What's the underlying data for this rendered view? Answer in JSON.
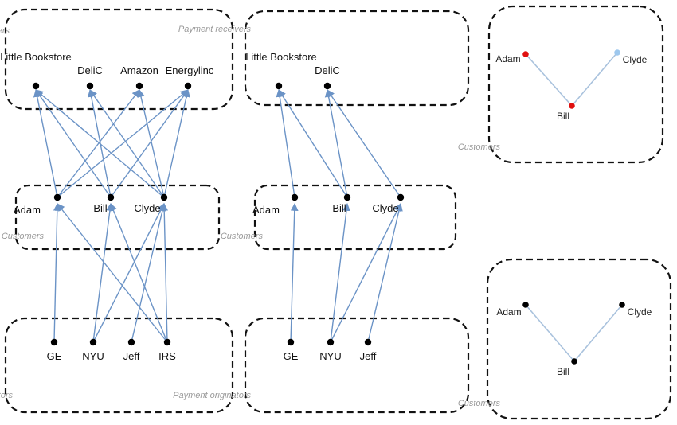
{
  "mirrored": true,
  "colors": {
    "edge": "#6b93c6",
    "graph_edge": "#a9c2dd",
    "node": "#000000",
    "node_red": "#e01010",
    "node_light": "#9ec8ee"
  },
  "panel1": {
    "receivers_title": "Payment receivers",
    "customers_title": "Customers",
    "originators_title": "Payment originators",
    "receivers": [
      "Little Bookstore",
      "DeliC",
      "Amazon",
      "Energylinc"
    ],
    "customers": [
      "Adam",
      "Bill",
      "Clyde"
    ],
    "originators": [
      "GE",
      "NYU",
      "Jeff",
      "IRS"
    ],
    "edges_to_customers": [
      [
        "GE",
        "Adam"
      ],
      [
        "NYU",
        "Bill"
      ],
      [
        "NYU",
        "Clyde"
      ],
      [
        "Jeff",
        "Clyde"
      ],
      [
        "IRS",
        "Clyde"
      ],
      [
        "IRS",
        "Adam"
      ],
      [
        "IRS",
        "Bill"
      ]
    ],
    "edges_to_receivers": [
      [
        "Adam",
        "Little Bookstore"
      ],
      [
        "Adam",
        "Amazon"
      ],
      [
        "Adam",
        "Energylinc"
      ],
      [
        "Bill",
        "Little Bookstore"
      ],
      [
        "Bill",
        "DeliC"
      ],
      [
        "Bill",
        "Energylinc"
      ],
      [
        "Clyde",
        "Little Bookstore"
      ],
      [
        "Clyde",
        "DeliC"
      ],
      [
        "Clyde",
        "Amazon"
      ],
      [
        "Clyde",
        "Energylinc"
      ]
    ]
  },
  "panel2": {
    "receivers_title": "Payment receivers",
    "customers_title": "Customers",
    "originators_title": "Payment originators",
    "receivers": [
      "Little Bookstore",
      "DeliC"
    ],
    "customers": [
      "Adam",
      "Bill",
      "Clyde"
    ],
    "originators": [
      "GE",
      "NYU",
      "Jeff"
    ],
    "edges_to_customers": [
      [
        "GE",
        "Adam"
      ],
      [
        "NYU",
        "Bill"
      ],
      [
        "NYU",
        "Clyde"
      ],
      [
        "Jeff",
        "Clyde"
      ]
    ],
    "edges_to_receivers": [
      [
        "Adam",
        "Little Bookstore"
      ],
      [
        "Bill",
        "Little Bookstore"
      ],
      [
        "Bill",
        "DeliC"
      ],
      [
        "Clyde",
        "DeliC"
      ]
    ]
  },
  "graph_top": {
    "title": "Customers",
    "nodes": [
      "Adam",
      "Bill",
      "Clyde"
    ],
    "highlighted": [
      "Adam",
      "Bill"
    ],
    "edges": [
      [
        "Adam",
        "Bill"
      ],
      [
        "Bill",
        "Clyde"
      ]
    ]
  },
  "graph_bottom": {
    "title": "Customers",
    "nodes": [
      "Adam",
      "Bill",
      "Clyde"
    ],
    "edges": [
      [
        "Adam",
        "Bill"
      ],
      [
        "Bill",
        "Clyde"
      ]
    ]
  }
}
